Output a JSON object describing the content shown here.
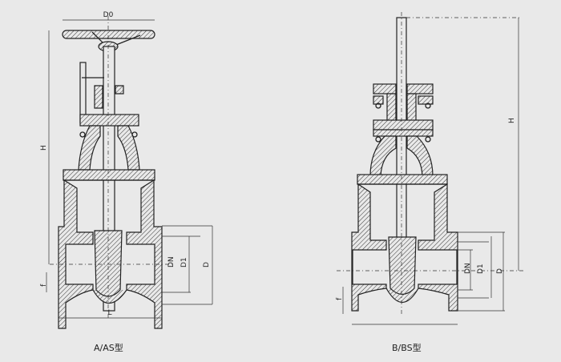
{
  "drawings": [
    {
      "id": "A",
      "caption": "A/AS型",
      "labels": {
        "handwheel": "D0",
        "height": "H",
        "length": "L",
        "nominal": "DN",
        "d1": "D1",
        "d": "D",
        "flange": "f"
      }
    },
    {
      "id": "B",
      "caption": "B/BS型",
      "labels": {
        "height": "H",
        "nominal": "DN",
        "d1": "D1",
        "d": "D",
        "flange": "f"
      }
    }
  ]
}
